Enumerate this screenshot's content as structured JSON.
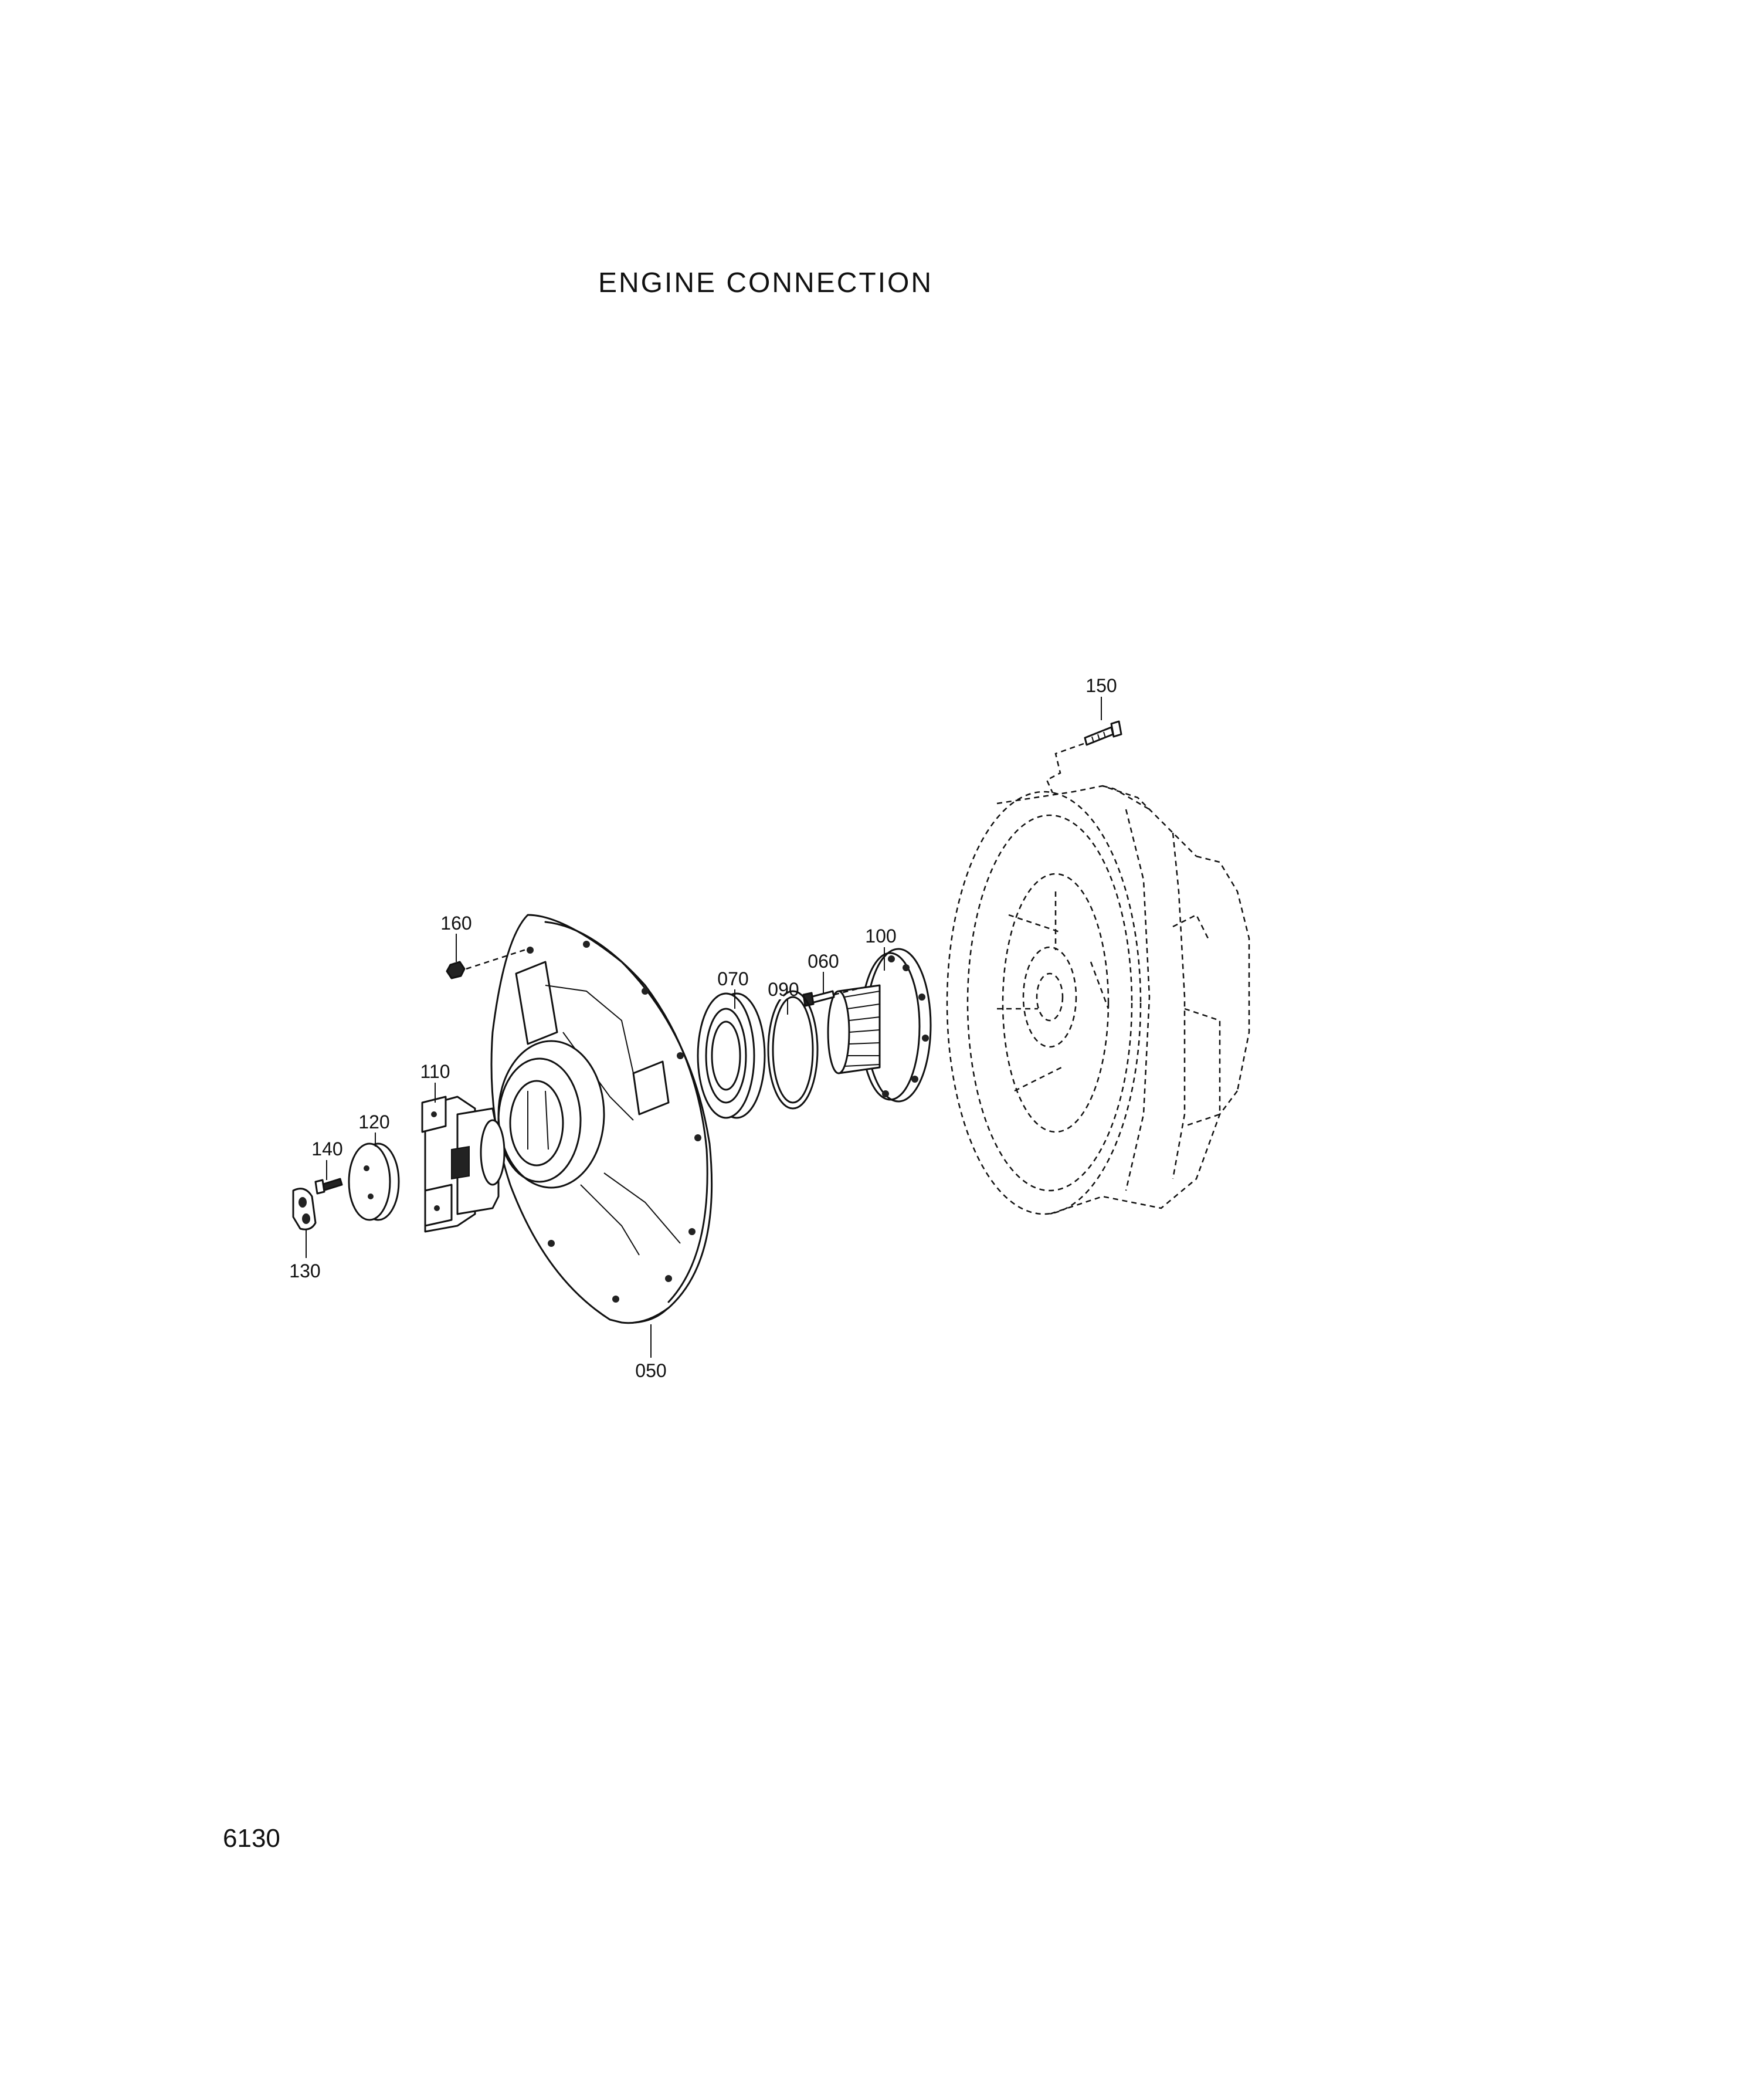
{
  "title": "ENGINE CONNECTION",
  "page_number": "6130",
  "parts": [
    {
      "id": "p050",
      "label": "050",
      "icon": "adapter-flange-icon"
    },
    {
      "id": "p060",
      "label": "060",
      "icon": "bolt-icon"
    },
    {
      "id": "p070",
      "label": "070",
      "icon": "bearing-icon"
    },
    {
      "id": "p090",
      "label": "090",
      "icon": "snap-ring-icon"
    },
    {
      "id": "p100",
      "label": "100",
      "icon": "flanged-shaft-icon"
    },
    {
      "id": "p110",
      "label": "110",
      "icon": "yoke-icon"
    },
    {
      "id": "p120",
      "label": "120",
      "icon": "disc-icon"
    },
    {
      "id": "p130",
      "label": "130",
      "icon": "lock-plate-icon"
    },
    {
      "id": "p140",
      "label": "140",
      "icon": "screw-icon"
    },
    {
      "id": "p150",
      "label": "150",
      "icon": "bolt-icon"
    },
    {
      "id": "p160",
      "label": "160",
      "icon": "nut-icon"
    }
  ],
  "reference_part": {
    "icon": "transmission-housing-icon",
    "style": "dashed"
  }
}
